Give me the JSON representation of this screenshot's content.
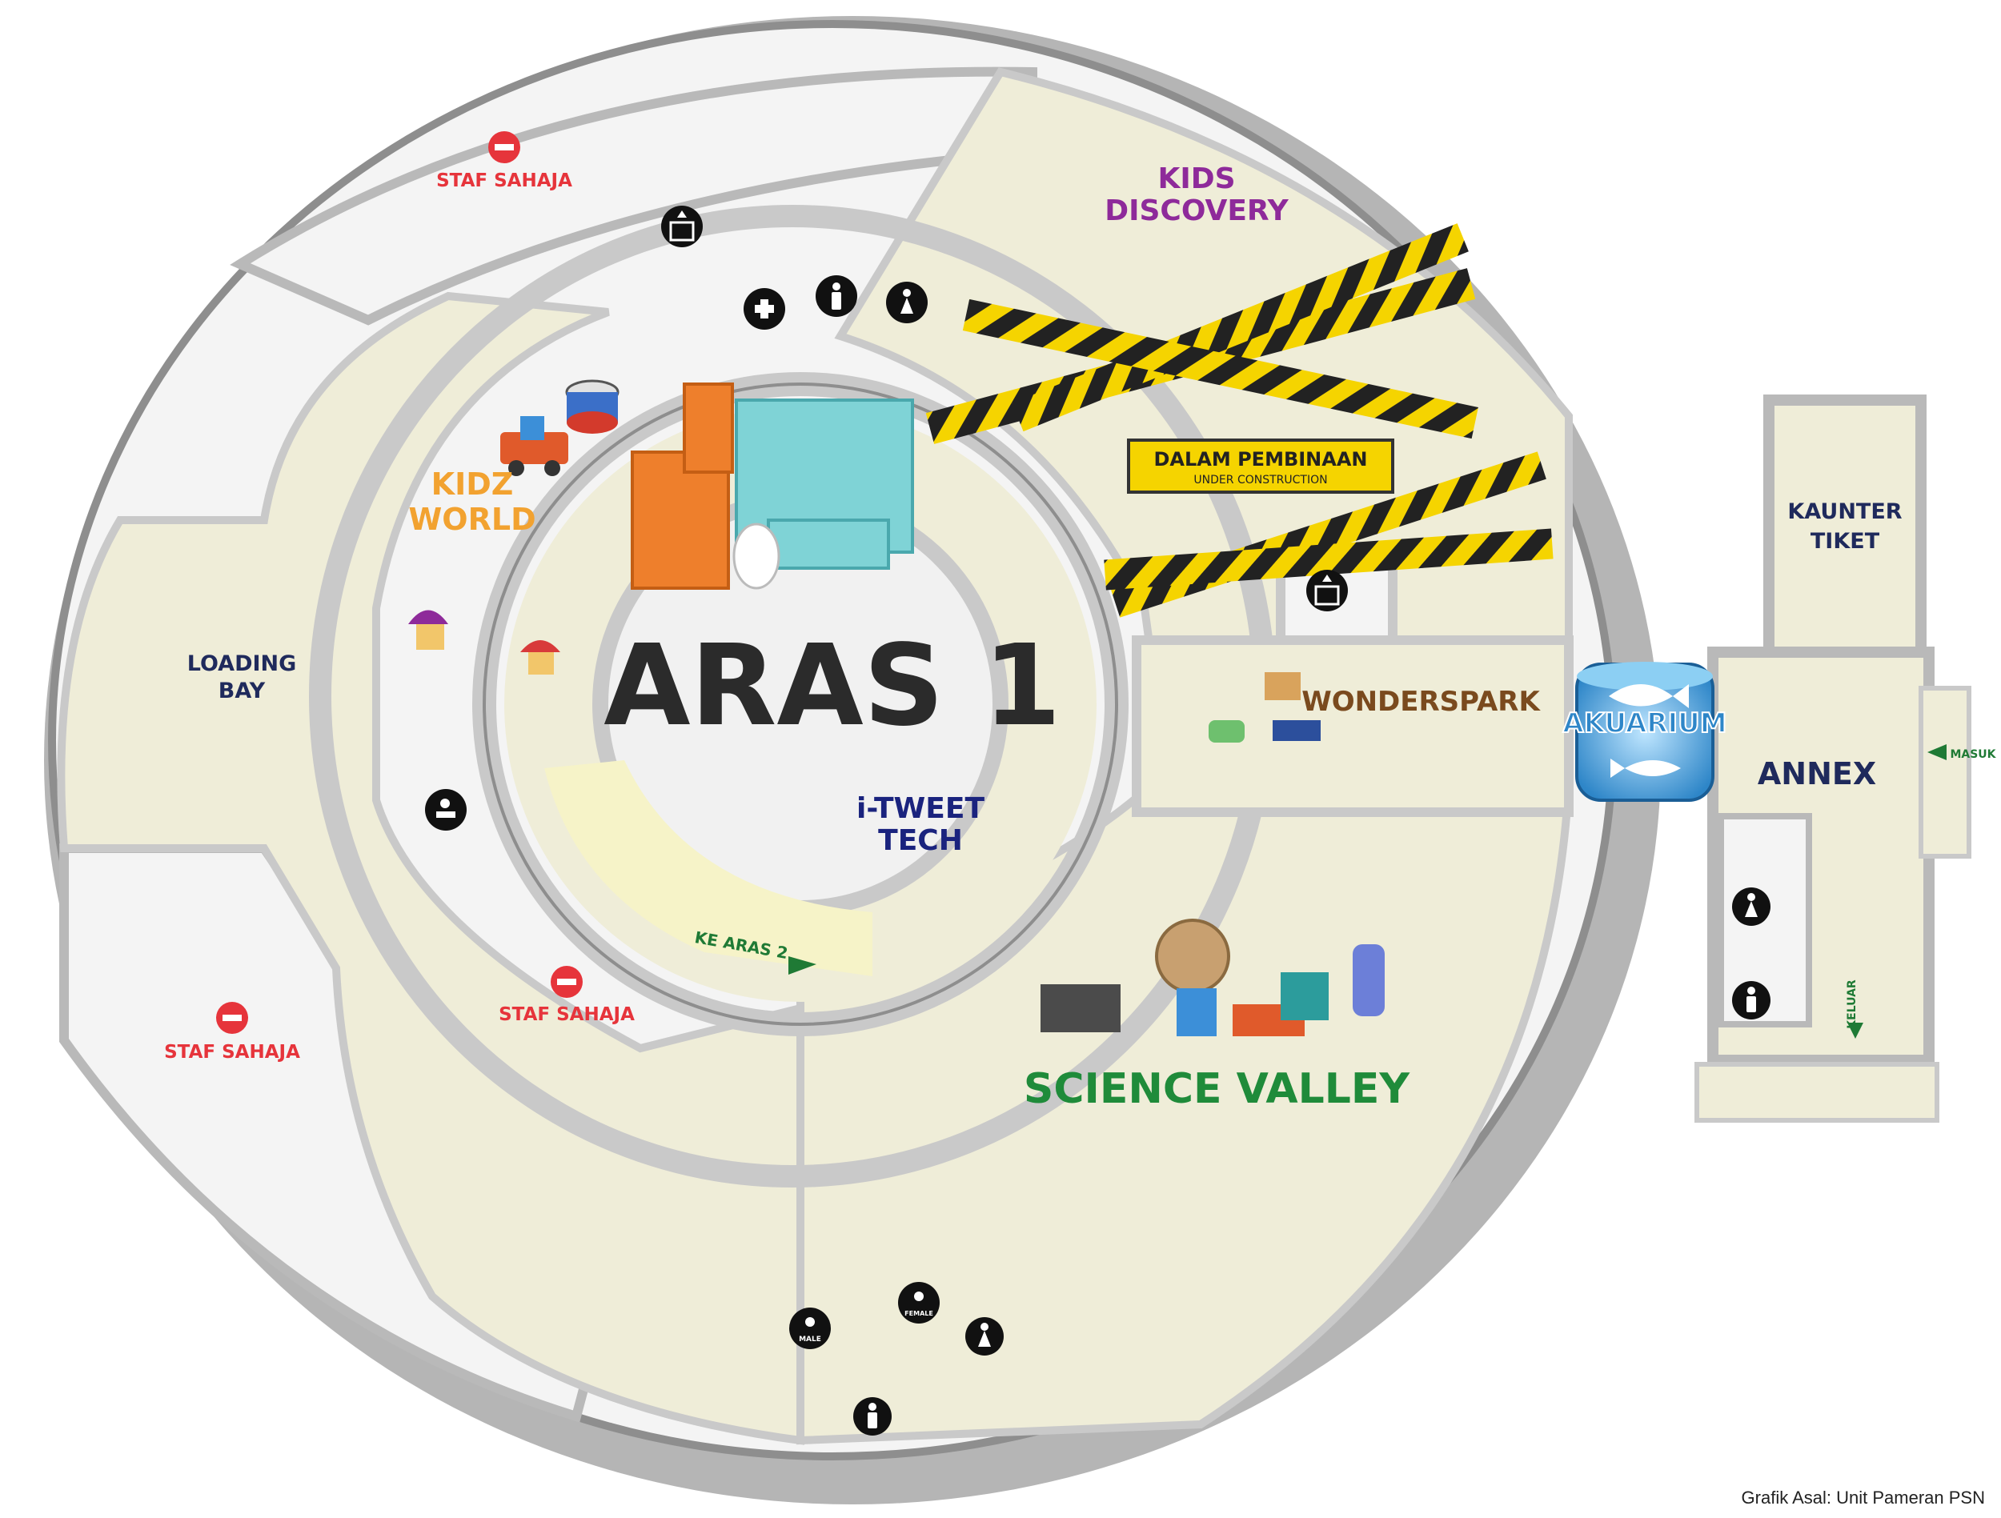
{
  "map": {
    "level_title": "ARAS 1",
    "labels": {
      "kids_discovery_1": "KIDS",
      "kids_discovery_2": "DISCOVERY",
      "under_construction_main": "DALAM PEMBINAAN",
      "under_construction_sub": "UNDER CONSTRUCTION",
      "kidz_world_1": "KIDZ",
      "kidz_world_2": "WORLD",
      "loading_bay_1": "LOADING",
      "loading_bay_2": "BAY",
      "staff_only": "STAF SAHAJA",
      "itweet_1": "i-TWEET",
      "itweet_2": "TECH",
      "to_level_2": "KE ARAS 2",
      "wonderspark": "WONDERSPARK",
      "akuarium": "AKUARIUM",
      "science_valley": "SCIENCE VALLEY",
      "ticket_counter_1": "KAUNTER",
      "ticket_counter_2": "TIKET",
      "annex": "ANNEX",
      "entrance": "MASUK",
      "exit": "KELUAR",
      "prayer_male": "MALE",
      "prayer_female": "FEMALE"
    },
    "credit": "Grafik Asal: Unit Pameran PSN",
    "colors": {
      "floor": "#efedd8",
      "wall": "#c9c9c9",
      "wall_dark": "#8e8e8e",
      "staff_area": "#f4f4f4",
      "kids_discovery": "#8e2a9a",
      "kidz_world": "#f2a230",
      "loading_bay": "#1f2a5c",
      "staff_red": "#e6343b",
      "itweet": "#1a237e",
      "wonderspark": "#7a4a1e",
      "akuarium": "#2e86c8",
      "science_valley": "#1f8b3a",
      "annex": "#1f2a5c",
      "construction_yellow": "#f5d400",
      "arrow_green": "#1f7a35"
    },
    "icons": [
      "no-entry-icon",
      "elevator-icon",
      "first-aid-icon",
      "male-toilet-icon",
      "female-toilet-icon",
      "baby-change-icon",
      "prayer-room-icon",
      "arrow-icon"
    ]
  }
}
